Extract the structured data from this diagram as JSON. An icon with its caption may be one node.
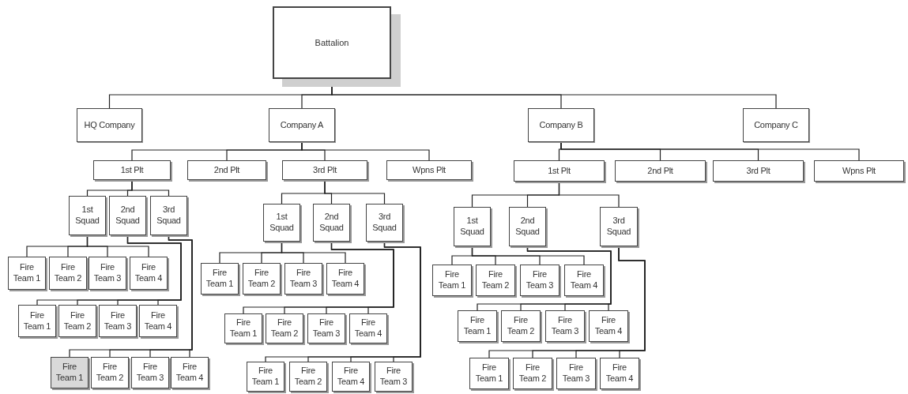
{
  "diagram": {
    "nodes": [
      {
        "text": [
          "Battalion"
        ]
      },
      {
        "text": [
          "HQ Company"
        ]
      },
      {
        "text": [
          "Company A"
        ]
      },
      {
        "text": [
          "Company B"
        ]
      },
      {
        "text": [
          "Company C"
        ]
      },
      {
        "text": [
          "1st Plt"
        ]
      },
      {
        "text": [
          "2nd Plt"
        ]
      },
      {
        "text": [
          "3rd Plt"
        ]
      },
      {
        "text": [
          "Wpns Plt"
        ]
      },
      {
        "text": [
          "1st Plt"
        ]
      },
      {
        "text": [
          "2nd Plt"
        ]
      },
      {
        "text": [
          "3rd Plt"
        ]
      },
      {
        "text": [
          "Wpns Plt"
        ]
      },
      {
        "text": [
          "1st Squad"
        ]
      },
      {
        "text": [
          "2nd Squad"
        ]
      },
      {
        "text": [
          "3rd Squad"
        ]
      },
      {
        "text": [
          "Fire Team 1"
        ]
      },
      {
        "text": [
          "Fire Team 2"
        ]
      },
      {
        "text": [
          "Fire Team 3"
        ]
      },
      {
        "text": [
          "Fire Team 4"
        ]
      },
      {
        "text": [
          "Fire Team 1"
        ]
      },
      {
        "text": [
          "Fire Team 2"
        ]
      },
      {
        "text": [
          "Fire Team 3"
        ]
      },
      {
        "text": [
          "Fire Team 4"
        ]
      },
      {
        "text": [
          "Fire Team 1"
        ]
      },
      {
        "text": [
          "Fire Team 2"
        ]
      },
      {
        "text": [
          "Fire Team 3"
        ]
      },
      {
        "text": [
          "Fire Team 4"
        ]
      },
      {
        "text": [
          "1st Squad"
        ]
      },
      {
        "text": [
          "2nd Squad"
        ]
      },
      {
        "text": [
          "3rd Squad"
        ]
      },
      {
        "text": [
          "Fire Team 1"
        ]
      },
      {
        "text": [
          "Fire Team 2"
        ]
      },
      {
        "text": [
          "Fire Team 3"
        ]
      },
      {
        "text": [
          "Fire Team 4"
        ]
      },
      {
        "text": [
          "Fire Team 1"
        ]
      },
      {
        "text": [
          "Fire Team 2"
        ]
      },
      {
        "text": [
          "Fire Team 3"
        ]
      },
      {
        "text": [
          "Fire Team 4"
        ]
      },
      {
        "text": [
          "Fire Team 1"
        ]
      },
      {
        "text": [
          "Fire Team 2"
        ]
      },
      {
        "text": [
          "Fire Team 4"
        ]
      },
      {
        "text": [
          "Fire Team 3"
        ]
      },
      {
        "text": [
          "1st Squad"
        ]
      },
      {
        "text": [
          "2nd Squad"
        ]
      },
      {
        "text": [
          "3rd Squad"
        ]
      },
      {
        "text": [
          "Fire Team 1"
        ]
      },
      {
        "text": [
          "Fire Team 2"
        ]
      },
      {
        "text": [
          "Fire Team 3"
        ]
      },
      {
        "text": [
          "Fire Team 4"
        ]
      },
      {
        "text": [
          "Fire Team 1"
        ]
      },
      {
        "text": [
          "Fire Team 2"
        ]
      },
      {
        "text": [
          "Fire Team 3"
        ]
      },
      {
        "text": [
          "Fire Team 4"
        ]
      },
      {
        "text": [
          "Fire Team 1"
        ]
      },
      {
        "text": [
          "Fire Team 2"
        ]
      },
      {
        "text": [
          "Fire Team 3"
        ]
      },
      {
        "text": [
          "Fire Team 4"
        ]
      }
    ],
    "edges": [
      {
        "from": 0,
        "to": 1,
        "arrow": "none"
      },
      {
        "from": 0,
        "to": 2,
        "arrow": "none"
      },
      {
        "from": 0,
        "to": 3,
        "arrow": "none"
      },
      {
        "from": 0,
        "to": 4,
        "arrow": "none"
      },
      {
        "from": 2,
        "to": 5,
        "arrow": "none"
      },
      {
        "from": 2,
        "to": 6,
        "arrow": "none"
      },
      {
        "from": 2,
        "to": 7,
        "arrow": "none"
      },
      {
        "from": 2,
        "to": 8,
        "arrow": "none"
      },
      {
        "from": 3,
        "to": 9,
        "arrow": "none"
      },
      {
        "from": 3,
        "to": 10,
        "arrow": "none"
      },
      {
        "from": 3,
        "to": 11,
        "arrow": "none"
      },
      {
        "from": 3,
        "to": 12,
        "arrow": "none"
      },
      {
        "from": 5,
        "to": 13,
        "arrow": "none"
      },
      {
        "from": 5,
        "to": 14,
        "arrow": "none"
      },
      {
        "from": 5,
        "to": 15,
        "arrow": "none"
      },
      {
        "from": 13,
        "to": 16,
        "arrow": "none"
      },
      {
        "from": 13,
        "to": 17,
        "arrow": "none"
      },
      {
        "from": 13,
        "to": 18,
        "arrow": "none"
      },
      {
        "from": 13,
        "to": 19,
        "arrow": "none"
      },
      {
        "from": 14,
        "to": 20,
        "arrow": "none"
      },
      {
        "from": 14,
        "to": 21,
        "arrow": "none"
      },
      {
        "from": 14,
        "to": 22,
        "arrow": "none"
      },
      {
        "from": 14,
        "to": 23,
        "arrow": "none"
      },
      {
        "from": 15,
        "to": 24,
        "arrow": "none"
      },
      {
        "from": 15,
        "to": 25,
        "arrow": "none"
      },
      {
        "from": 15,
        "to": 26,
        "arrow": "none"
      },
      {
        "from": 15,
        "to": 27,
        "arrow": "none"
      },
      {
        "from": 7,
        "to": 28,
        "arrow": "none"
      },
      {
        "from": 7,
        "to": 29,
        "arrow": "none"
      },
      {
        "from": 7,
        "to": 30,
        "arrow": "none"
      },
      {
        "from": 28,
        "to": 31,
        "arrow": "none"
      },
      {
        "from": 28,
        "to": 32,
        "arrow": "none"
      },
      {
        "from": 28,
        "to": 33,
        "arrow": "none"
      },
      {
        "from": 28,
        "to": 34,
        "arrow": "none"
      },
      {
        "from": 29,
        "to": 35,
        "arrow": "none"
      },
      {
        "from": 29,
        "to": 36,
        "arrow": "none"
      },
      {
        "from": 29,
        "to": 37,
        "arrow": "none"
      },
      {
        "from": 29,
        "to": 38,
        "arrow": "none"
      },
      {
        "from": 30,
        "to": 39,
        "arrow": "none"
      },
      {
        "from": 30,
        "to": 40,
        "arrow": "none"
      },
      {
        "from": 30,
        "to": 41,
        "arrow": "none"
      },
      {
        "from": 30,
        "to": 42,
        "arrow": "none"
      },
      {
        "from": 9,
        "to": 43,
        "arrow": "none"
      },
      {
        "from": 9,
        "to": 44,
        "arrow": "none"
      },
      {
        "from": 9,
        "to": 45,
        "arrow": "none"
      },
      {
        "from": 43,
        "to": 46,
        "arrow": "none"
      },
      {
        "from": 43,
        "to": 47,
        "arrow": "none"
      },
      {
        "from": 43,
        "to": 48,
        "arrow": "none"
      },
      {
        "from": 43,
        "to": 49,
        "arrow": "none"
      },
      {
        "from": 44,
        "to": 50,
        "arrow": "none"
      },
      {
        "from": 44,
        "to": 51,
        "arrow": "none"
      },
      {
        "from": 44,
        "to": 52,
        "arrow": "none"
      },
      {
        "from": 44,
        "to": 53,
        "arrow": "none"
      },
      {
        "from": 45,
        "to": 54,
        "arrow": "none"
      },
      {
        "from": 45,
        "to": 55,
        "arrow": "none"
      },
      {
        "from": 45,
        "to": 56,
        "arrow": "none"
      },
      {
        "from": 45,
        "to": 57,
        "arrow": "none"
      }
    ]
  }
}
